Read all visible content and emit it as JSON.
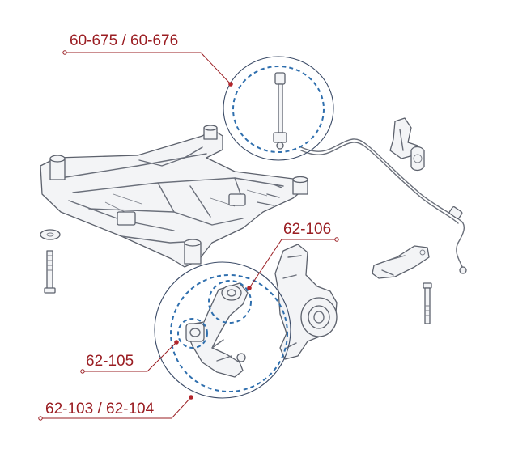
{
  "labels": {
    "stabilizer_link": "60-675 / 60-676",
    "upper_bush": "62-106",
    "lower_bush": "62-105",
    "control_arm": "62-103 / 62-104"
  },
  "colors": {
    "label_text": "#9a1d22",
    "leader_line": "#9a1d22",
    "callout_dashed": "#2f6fae",
    "callout_solid": "#3a4a66",
    "drawing_line": "#6a6f7a"
  }
}
